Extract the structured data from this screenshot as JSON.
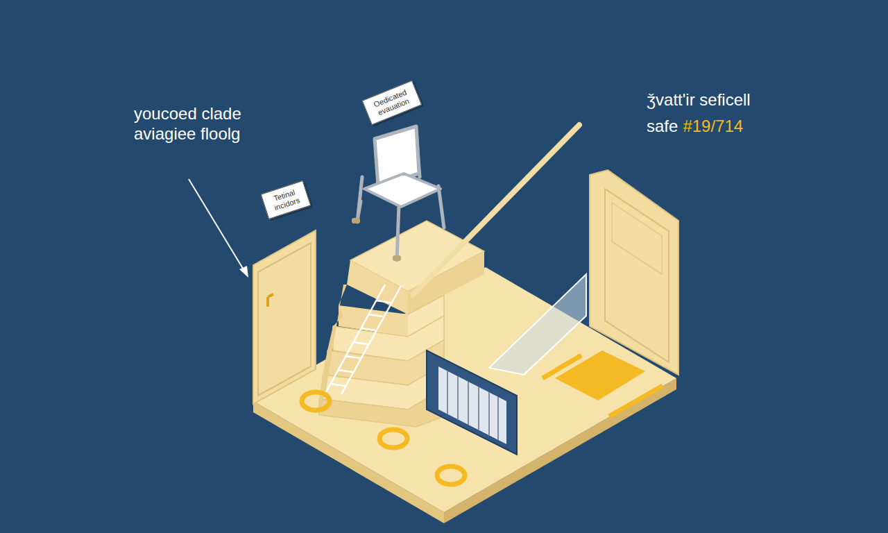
{
  "diagram": {
    "nodes": [
      {
        "text": [
          "Oedicated evauation"
        ]
      },
      {
        "text": [
          "Tetinal incidors"
        ]
      }
    ],
    "labels": [
      "youcoed clade aviagiee floolg",
      "ǯvatt'ir seficell",
      "safe",
      "#19/714"
    ]
  }
}
